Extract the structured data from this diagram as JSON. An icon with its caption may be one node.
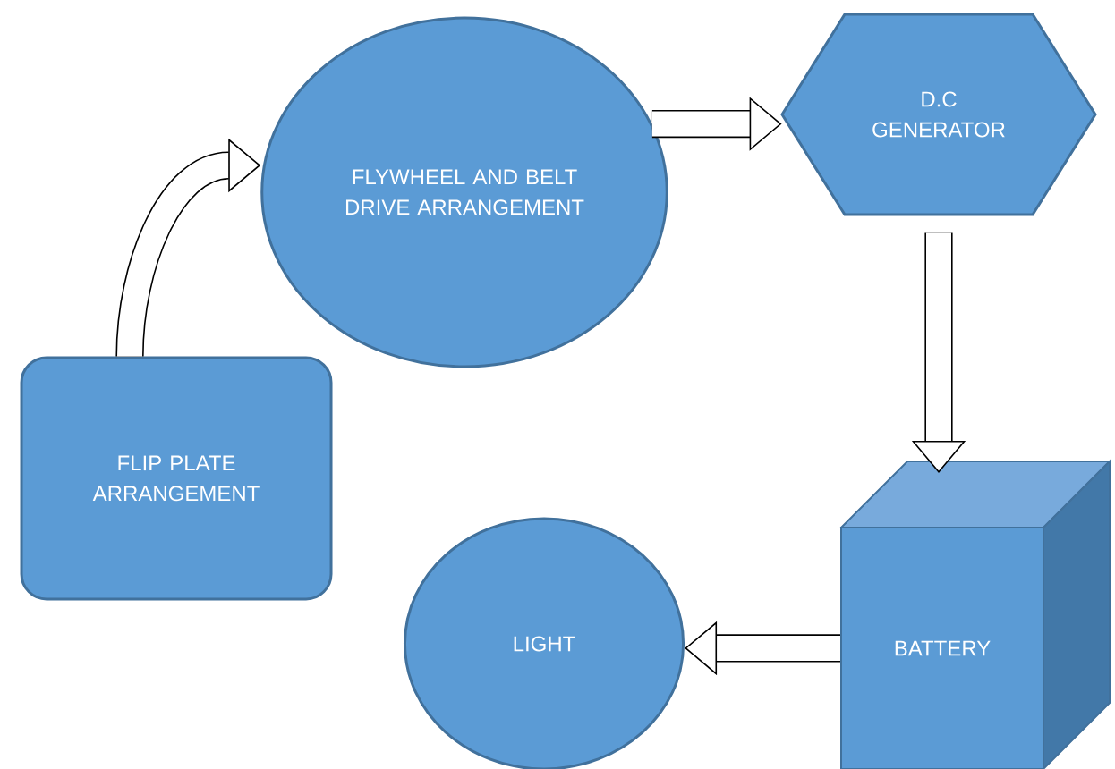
{
  "diagram": {
    "nodes": [
      {
        "text": [
          "FLIP PLATE ARRANGEMENT"
        ]
      },
      {
        "text": [
          "FLYWHEEL AND BELT DRIVE ARRANGEMENT"
        ]
      },
      {
        "text": [
          "D.C GENERATOR"
        ]
      },
      {
        "text": [
          "BATTERY"
        ]
      },
      {
        "text": [
          "LIGHT"
        ]
      }
    ],
    "edges": [
      {
        "from": 0,
        "to": 1,
        "arrow": "to"
      },
      {
        "from": 1,
        "to": 2,
        "arrow": "to"
      },
      {
        "from": 2,
        "to": 3,
        "arrow": "to"
      },
      {
        "from": 3,
        "to": 4,
        "arrow": "to"
      }
    ]
  }
}
